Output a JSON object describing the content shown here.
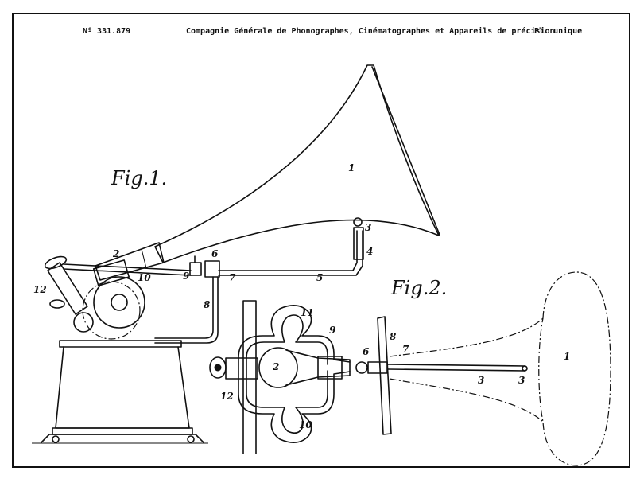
{
  "header": {
    "patent_number": "Nº 331.879",
    "company": "Compagnie Générale de Phonographes, Cinématographes et Appareils de précision",
    "plate": "Pl. unique"
  },
  "figures": {
    "fig1_title": "Fig.1.",
    "fig2_title": "Fig.2."
  },
  "fig1_labels": [
    "1",
    "2",
    "3",
    "4",
    "5",
    "6",
    "7",
    "8",
    "9",
    "10",
    "12"
  ],
  "fig2_labels": [
    "1",
    "2",
    "3",
    "3",
    "6",
    "7",
    "8",
    "9",
    "10",
    "11",
    "12"
  ]
}
